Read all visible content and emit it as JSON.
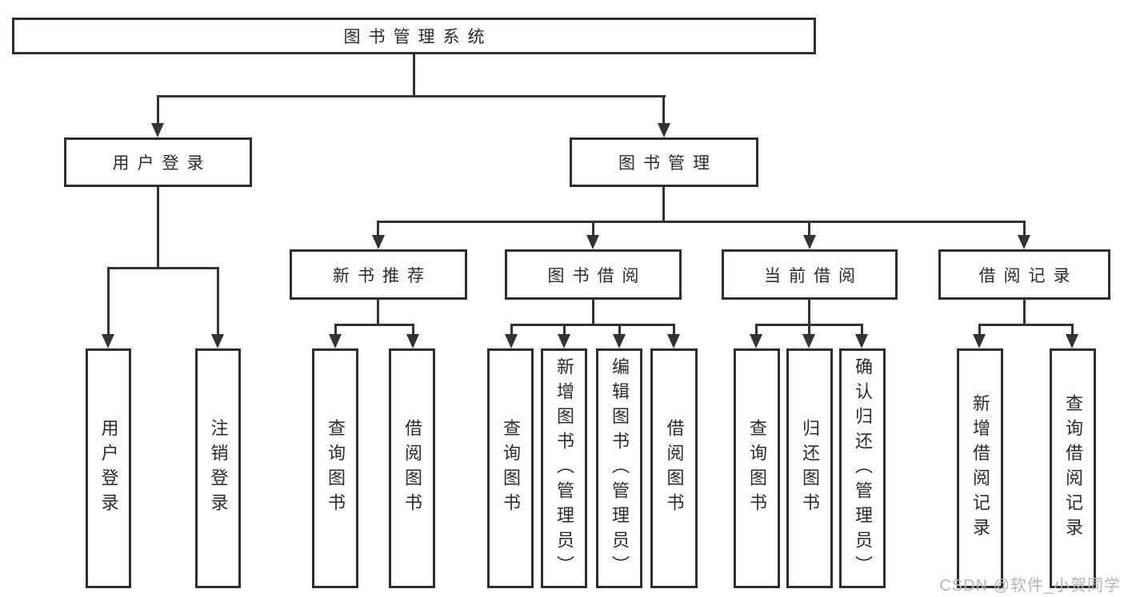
{
  "diagram": {
    "root": {
      "label": "图书管理系统"
    },
    "level2": [
      {
        "label": "用户登录"
      },
      {
        "label": "图书管理"
      }
    ],
    "level3": [
      {
        "label": "新书推荐"
      },
      {
        "label": "图书借阅"
      },
      {
        "label": "当前借阅"
      },
      {
        "label": "借阅记录"
      }
    ],
    "leaves": {
      "user_login": [
        "用户登录",
        "注销登录"
      ],
      "new_book": [
        "查询图书",
        "借阅图书"
      ],
      "book_borrow": [
        "查询图书",
        "新增图书（管理员）",
        "编辑图书（管理员）",
        "借阅图书"
      ],
      "current_borrow": [
        "查询图书",
        "归还图书",
        "确认归还（管理员）"
      ],
      "borrow_record": [
        "新增借阅记录",
        "查询借阅记录"
      ]
    }
  },
  "watermark": {
    "text": "CSDN @软件_小贺同学"
  },
  "colors": {
    "line": "#333333",
    "border": "#2e2e2e",
    "text": "#2b2b2b",
    "background": "#ffffff",
    "watermark": "#b5b5b5"
  }
}
